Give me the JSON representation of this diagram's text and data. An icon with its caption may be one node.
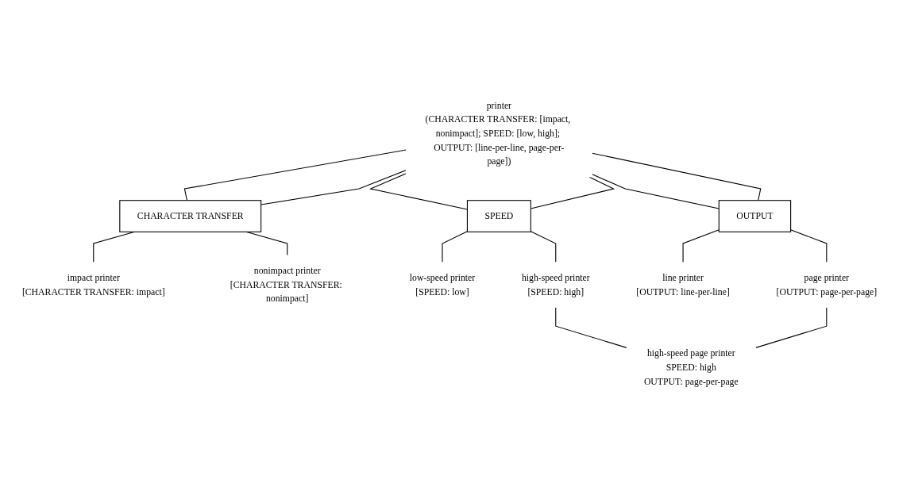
{
  "diagram": {
    "nodes": [
      {
        "text": [
          "printer",
          "(CHARACTER TRANSFER: [impact, nonimpact]; SPEED: [low, high]; OUTPUT: [line-per-line, page-per-page])"
        ]
      },
      {
        "text": [
          "CHARACTER TRANSFER"
        ]
      },
      {
        "text": [
          "SPEED"
        ]
      },
      {
        "text": [
          "OUTPUT"
        ]
      },
      {
        "text": [
          "impact printer",
          "[CHARACTER TRANSFER: impact]"
        ]
      },
      {
        "text": [
          "nonimpact printer",
          "[CHARACTER TRANSFER: nonimpact]"
        ]
      },
      {
        "text": [
          "low-speed printer",
          "[SPEED: low]"
        ]
      },
      {
        "text": [
          "high-speed printer",
          "[SPEED: high]"
        ]
      },
      {
        "text": [
          "line printer",
          "[OUTPUT: line-per-line]"
        ]
      },
      {
        "text": [
          "page printer",
          "[OUTPUT: page-per-page]"
        ]
      },
      {
        "text": [
          "high-speed page printer",
          "SPEED: high",
          "OUTPUT: page-per-page"
        ]
      }
    ],
    "edges": [
      {
        "from": 0,
        "to": 1,
        "arrow": "none"
      },
      {
        "from": 0,
        "to": 1,
        "arrow": "none"
      },
      {
        "from": 0,
        "to": 2,
        "arrow": "none"
      },
      {
        "from": 0,
        "to": 2,
        "arrow": "none"
      },
      {
        "from": 0,
        "to": 3,
        "arrow": "none"
      },
      {
        "from": 0,
        "to": 3,
        "arrow": "none"
      },
      {
        "from": 1,
        "to": 4,
        "arrow": "none"
      },
      {
        "from": 1,
        "to": 5,
        "arrow": "none"
      },
      {
        "from": 2,
        "to": 6,
        "arrow": "none"
      },
      {
        "from": 2,
        "to": 7,
        "arrow": "none"
      },
      {
        "from": 3,
        "to": 8,
        "arrow": "none"
      },
      {
        "from": 3,
        "to": 9,
        "arrow": "none"
      },
      {
        "from": 7,
        "to": 10,
        "arrow": "none"
      },
      {
        "from": 9,
        "to": 10,
        "arrow": "none"
      }
    ]
  }
}
